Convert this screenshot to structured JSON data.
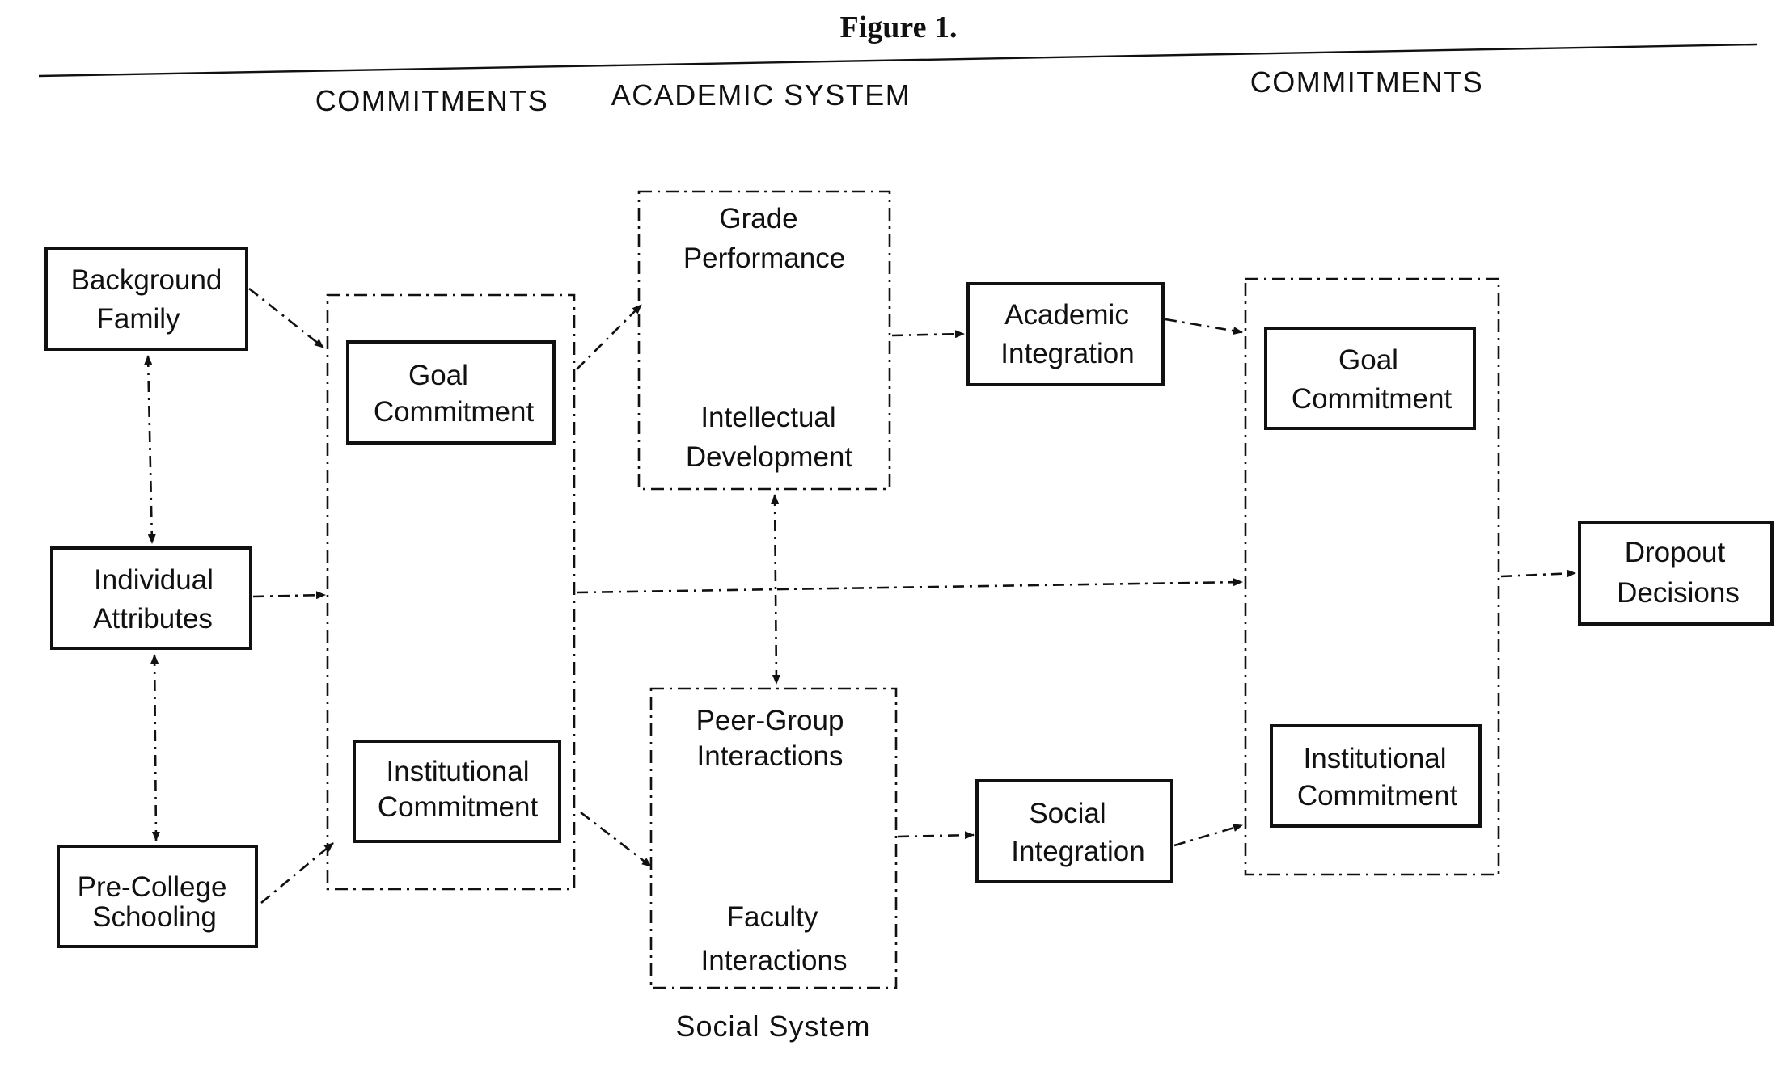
{
  "figure": {
    "title": "Figure 1.",
    "header_commitments_left": "COMMITMENTS",
    "header_academic_system": "ACADEMIC SYSTEM",
    "header_commitments_right": "COMMITMENTS",
    "footer_social_system": "Social System"
  },
  "boxes": {
    "background_family": [
      "Background",
      "Family"
    ],
    "individual_attributes": [
      "Individual",
      "Attributes"
    ],
    "pre_college_schooling": [
      "Pre-College",
      "Schooling"
    ],
    "goal_commitment_left": [
      "Goal",
      "Commitment"
    ],
    "institutional_commitment_left": [
      "Institutional",
      "Commitment"
    ],
    "grade_performance": [
      "Grade",
      "Performance"
    ],
    "intellectual_development": [
      "Intellectual",
      "Development"
    ],
    "peer_group_interactions": [
      "Peer-Group",
      "Interactions"
    ],
    "faculty_interactions": [
      "Faculty",
      "Interactions"
    ],
    "academic_integration": [
      "Academic",
      "Integration"
    ],
    "social_integration": [
      "Social",
      "Integration"
    ],
    "goal_commitment_right": [
      "Goal",
      "Commitment"
    ],
    "institutional_commitment_right": [
      "Institutional",
      "Commitment"
    ],
    "dropout_decisions": [
      "Dropout",
      "Decisions"
    ]
  }
}
